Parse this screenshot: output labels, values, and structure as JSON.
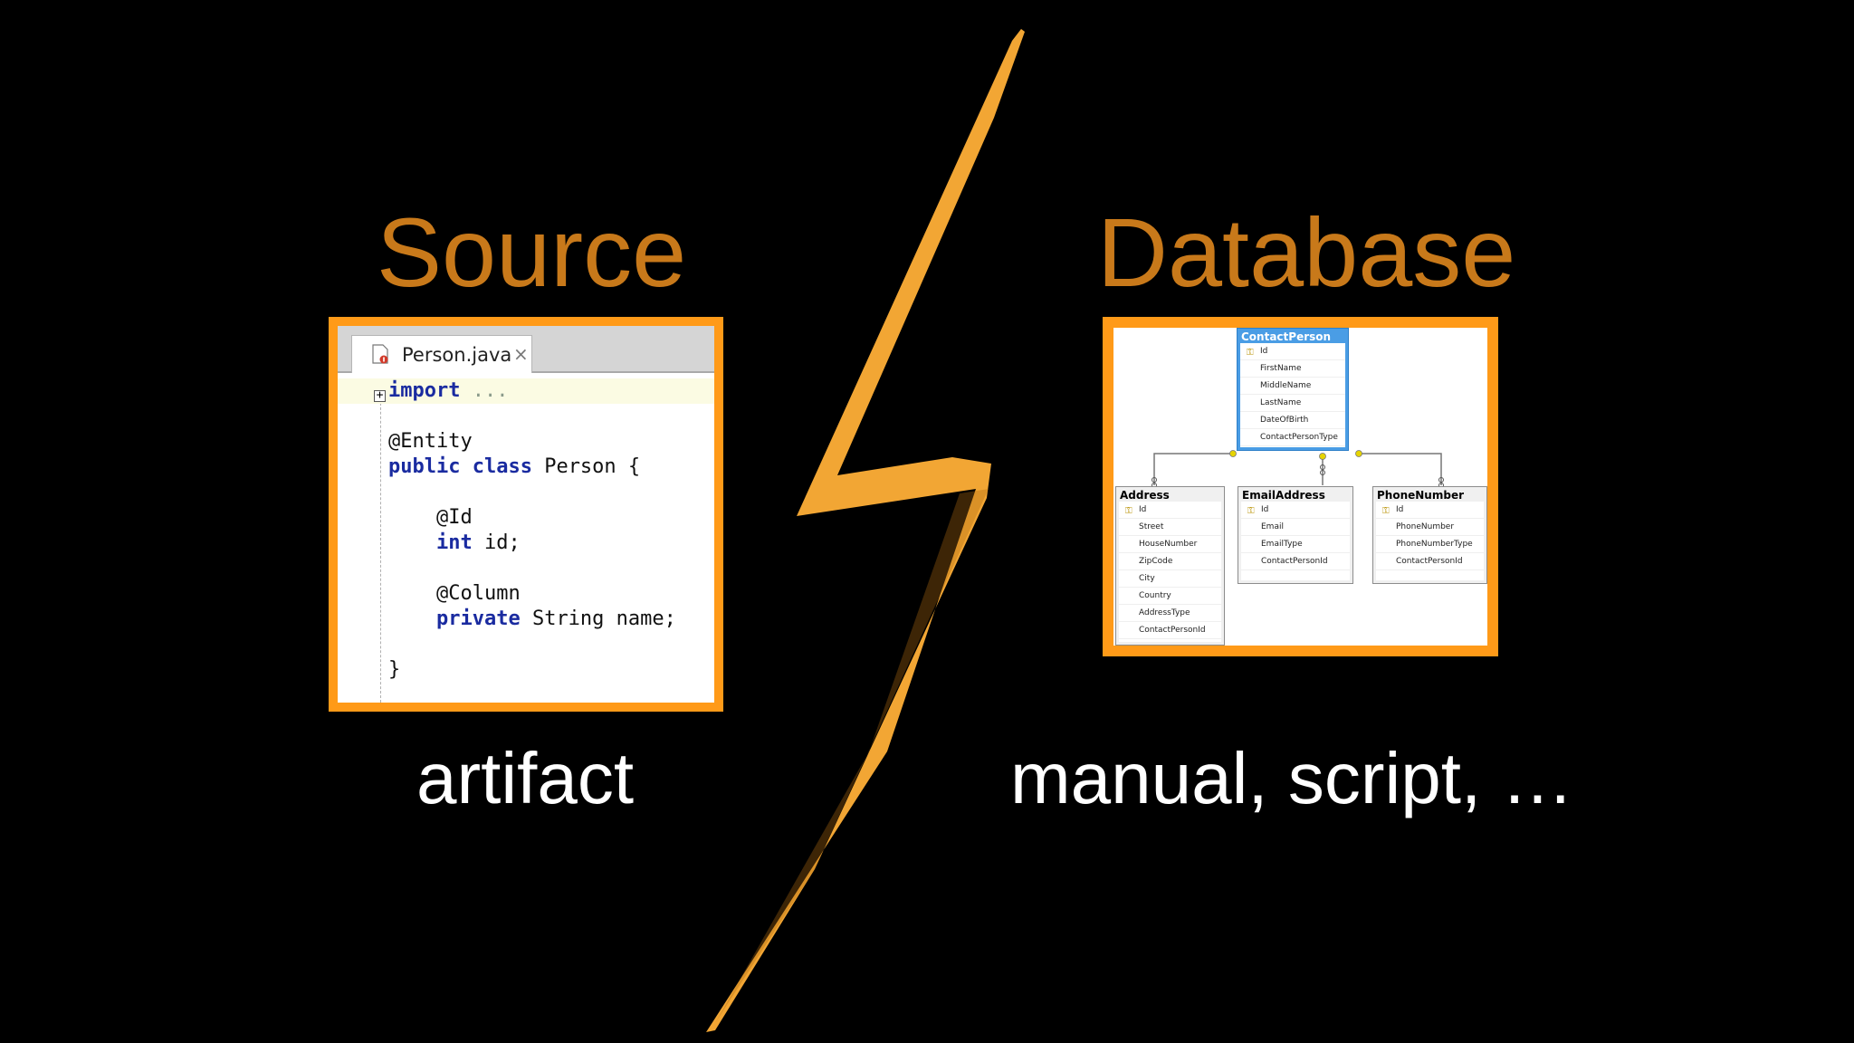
{
  "slide": {
    "left_heading": "Source",
    "right_heading": "Database",
    "left_caption": "artifact",
    "right_caption": "manual, script, …",
    "accent_color": "#c8791a",
    "frame_color": "#ff9a18",
    "bolt_color": "#f2a634"
  },
  "code_panel": {
    "tab_label": "Person.java",
    "close_glyph": "×",
    "fold_glyph": "+",
    "lines": [
      {
        "kw": "import",
        "text": "",
        "dim": " ..."
      },
      {
        "kw": "",
        "text": "",
        "dim": ""
      },
      {
        "kw": "",
        "text": "@Entity",
        "dim": ""
      },
      {
        "kw": "public class",
        "text": " Person {",
        "dim": ""
      },
      {
        "kw": "",
        "text": "",
        "dim": ""
      },
      {
        "kw": "",
        "text": "    @Id",
        "dim": ""
      },
      {
        "kw": "    int",
        "text": " id;",
        "dim": ""
      },
      {
        "kw": "",
        "text": "",
        "dim": ""
      },
      {
        "kw": "",
        "text": "    @Column",
        "dim": ""
      },
      {
        "kw": "    private",
        "text": " String name;",
        "dim": ""
      },
      {
        "kw": "",
        "text": "",
        "dim": ""
      },
      {
        "kw": "",
        "text": "}",
        "dim": ""
      }
    ]
  },
  "db_diagram": {
    "tables": {
      "contact_person": {
        "name": "ContactPerson",
        "columns": [
          "Id",
          "FirstName",
          "MiddleName",
          "LastName",
          "DateOfBirth",
          "ContactPersonType"
        ]
      },
      "address": {
        "name": "Address",
        "columns": [
          "Id",
          "Street",
          "HouseNumber",
          "ZipCode",
          "City",
          "Country",
          "AddressType",
          "ContactPersonId"
        ]
      },
      "email_address": {
        "name": "EmailAddress",
        "columns": [
          "Id",
          "Email",
          "EmailType",
          "ContactPersonId"
        ]
      },
      "phone_number": {
        "name": "PhoneNumber",
        "columns": [
          "Id",
          "PhoneNumber",
          "PhoneNumberType",
          "ContactPersonId"
        ]
      }
    }
  }
}
